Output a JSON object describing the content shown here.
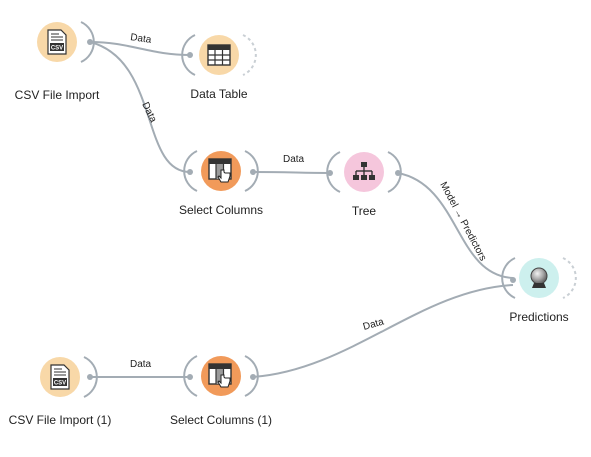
{
  "canvas": {
    "background": "#ffffff",
    "link_color": "#a3acb4"
  },
  "colors": {
    "file_widget": "#f8d8a8",
    "file_widget_inner": "#fbe5c2",
    "select_widget": "#f19a5a",
    "select_widget_inner": "#f6b584",
    "tree_widget": "#f5c6dc",
    "tree_widget_inner": "#f9dbe8",
    "predictions_widget": "#cdf0ee",
    "predictions_widget_inner": "#e1f6f5",
    "icon_dark": "#333333"
  },
  "nodes": {
    "csv1": {
      "label": "CSV File Import",
      "icon": "csv-file-icon"
    },
    "table": {
      "label": "Data Table",
      "icon": "table-icon"
    },
    "select1": {
      "label": "Select Columns",
      "icon": "select-columns-icon"
    },
    "tree": {
      "label": "Tree",
      "icon": "tree-icon"
    },
    "pred": {
      "label": "Predictions",
      "icon": "crystal-ball-icon"
    },
    "csv2": {
      "label": "CSV File Import (1)",
      "icon": "csv-file-icon"
    },
    "select2": {
      "label": "Select Columns (1)",
      "icon": "select-columns-icon"
    }
  },
  "links": {
    "l1": {
      "label": "Data"
    },
    "l2": {
      "label": "Data"
    },
    "l3": {
      "label": "Data"
    },
    "l4": {
      "label": "Model → Predictors"
    },
    "l5": {
      "label": "Data"
    },
    "l6": {
      "label": "Data"
    }
  },
  "icon_text": {
    "csv": "CSV"
  }
}
